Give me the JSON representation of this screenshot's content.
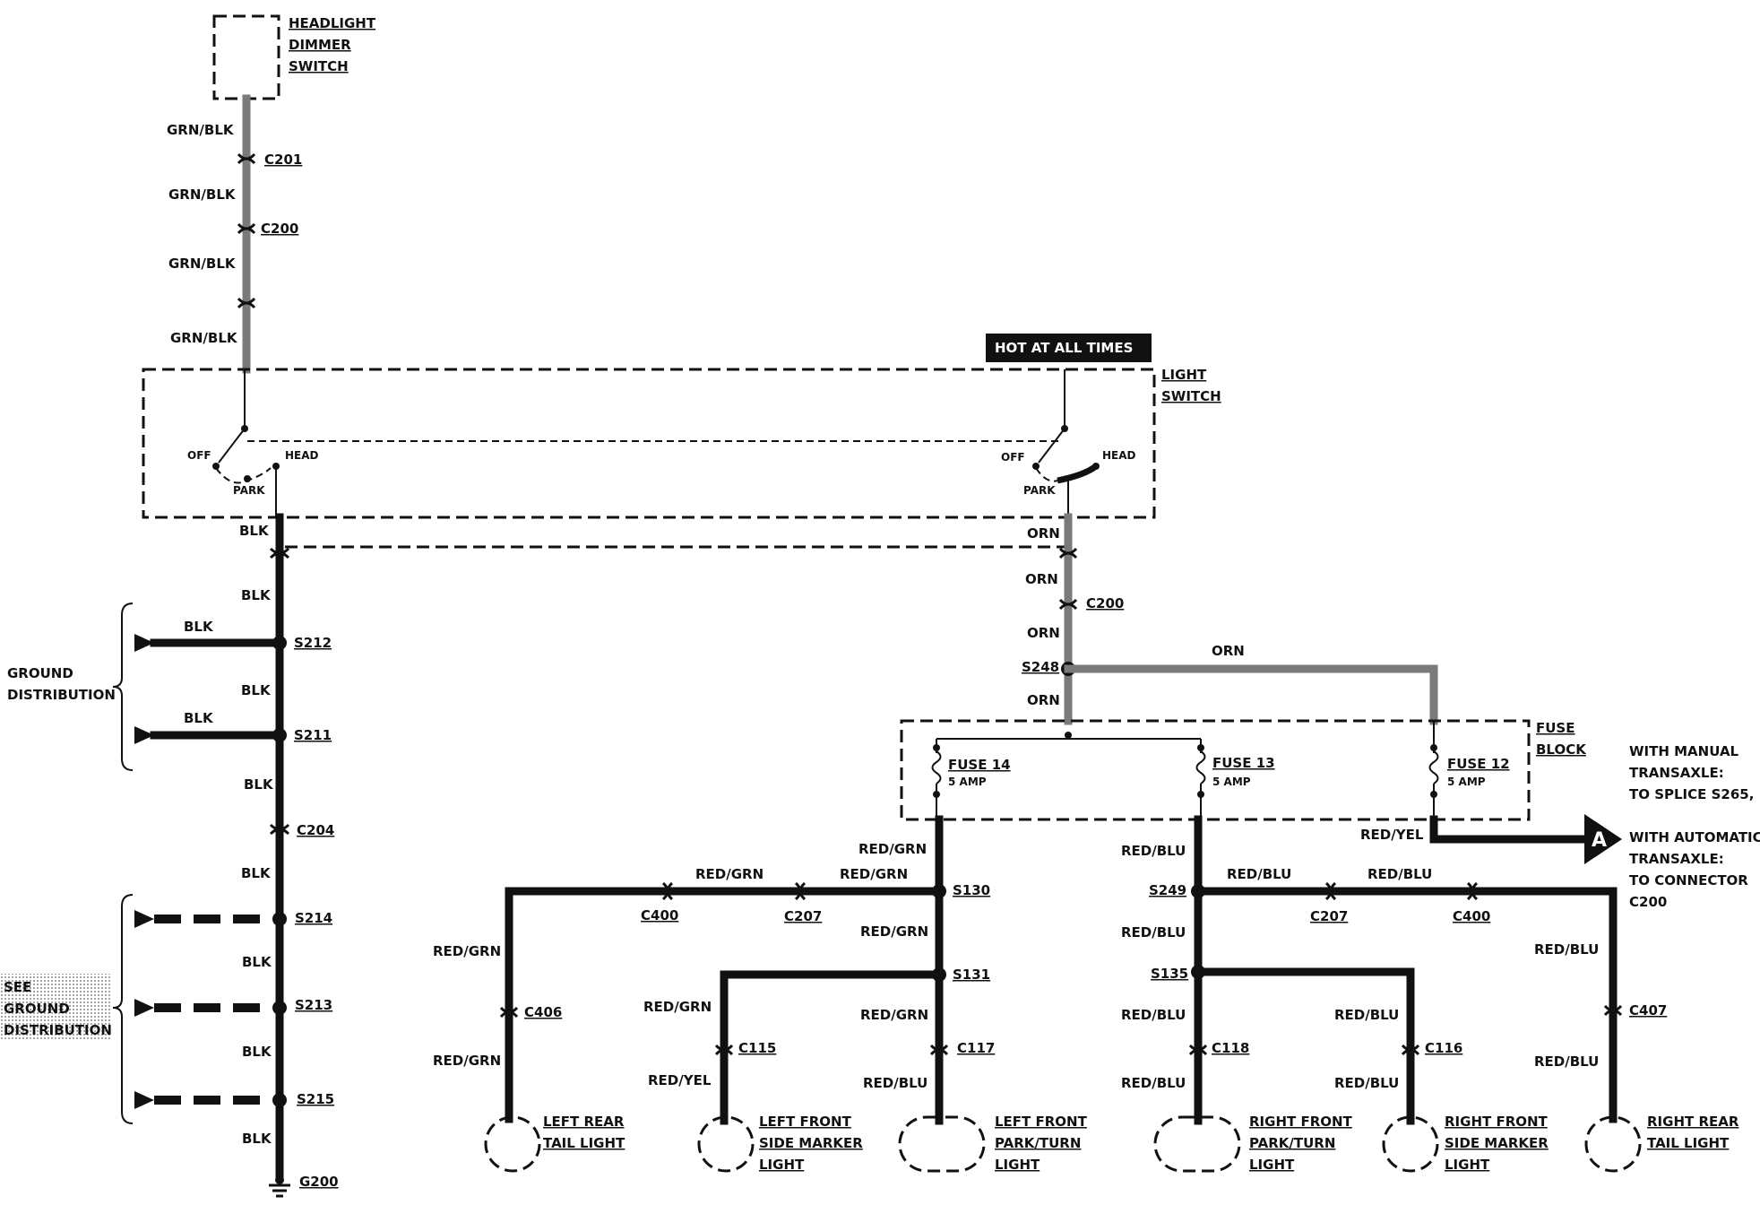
{
  "components": {
    "dimmer_switch": [
      "HEADLIGHT",
      "DIMMER",
      "SWITCH"
    ],
    "light_switch": [
      "LIGHT",
      "SWITCH"
    ],
    "fuse_block": [
      "FUSE",
      "BLOCK"
    ],
    "hot_at_all_times": "HOT AT ALL TIMES",
    "ground_distribution": [
      "GROUND",
      "DISTRIBUTION"
    ],
    "see_ground_distribution": [
      "SEE",
      "GROUND",
      "DISTRIBUTION"
    ]
  },
  "switch_positions": {
    "off": "OFF",
    "park": "PARK",
    "head": "HEAD"
  },
  "fuses": [
    {
      "name": "FUSE 14",
      "rating": "5 AMP"
    },
    {
      "name": "FUSE 13",
      "rating": "5 AMP"
    },
    {
      "name": "FUSE 12",
      "rating": "5 AMP"
    }
  ],
  "wires": {
    "grn_blk": "GRN/BLK",
    "blk": "BLK",
    "orn": "ORN",
    "red_grn": "RED/GRN",
    "red_blu": "RED/BLU",
    "red_yel": "RED/YEL"
  },
  "connectors": {
    "c201": "C201",
    "c200": "C200",
    "c204": "C204",
    "c400": "C400",
    "c207": "C207",
    "c406": "C406",
    "c115": "C115",
    "c117": "C117",
    "c118": "C118",
    "c116": "C116",
    "c407": "C407"
  },
  "splices": {
    "s212": "S212",
    "s211": "S211",
    "s214": "S214",
    "s213": "S213",
    "s215": "S215",
    "s248": "S248",
    "s130": "S130",
    "s131": "S131",
    "s249": "S249",
    "s135": "S135"
  },
  "ground": "G200",
  "ref_marker": "A",
  "notes": {
    "manual": [
      "WITH MANUAL",
      "TRANSAXLE:",
      "TO SPLICE S265,"
    ],
    "automatic": [
      "WITH AUTOMATIC",
      "TRANSAXLE:",
      "TO CONNECTOR",
      "C200"
    ]
  },
  "lights": {
    "left_rear_tail": [
      "LEFT REAR",
      "TAIL LIGHT"
    ],
    "left_front_side_marker": [
      "LEFT FRONT",
      "SIDE MARKER",
      "LIGHT"
    ],
    "left_front_park_turn": [
      "LEFT FRONT",
      "PARK/TURN",
      "LIGHT"
    ],
    "right_front_park_turn": [
      "RIGHT FRONT",
      "PARK/TURN",
      "LIGHT"
    ],
    "right_front_side_marker": [
      "RIGHT FRONT",
      "SIDE MARKER",
      "LIGHT"
    ],
    "right_rear_tail": [
      "RIGHT REAR",
      "TAIL LIGHT"
    ]
  }
}
